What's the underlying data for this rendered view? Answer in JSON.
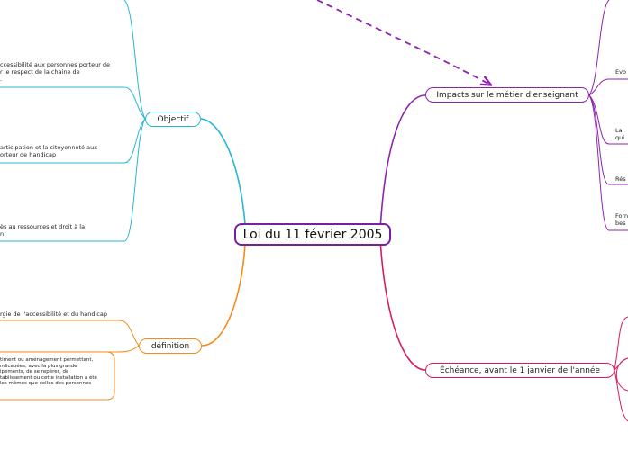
{
  "central": {
    "label": "Loi du 11 février 2005"
  },
  "topics": {
    "objectif": "Objectif",
    "definition": "définition",
    "impacts": "Impacts sur le métier d'enseignant",
    "echeance": "Échéance, avant le 1 janvier de l'année"
  },
  "objectif_items": [
    {
      "lines": [
        "ccessibilité aux personnes porteur de",
        "r le respect de la chaine de",
        "."
      ]
    },
    {
      "lines": [
        "articipation et la citoyenneté aux",
        "orteur de handicap"
      ]
    },
    {
      "lines": [
        "ès au ressources et droit à la",
        "n"
      ]
    }
  ],
  "definition_items": [
    {
      "lines": [
        "rgie de l'accessibilité et du handicap"
      ]
    },
    {
      "lines": [
        "timent ou aménagement permettant,",
        "ndicapées, avec la plus grande",
        "ipements, de se repérer, de",
        "tablissement ou cette installation a été",
        "les mêmes que celles des personnes"
      ]
    }
  ],
  "impacts_items": [
    {
      "lines": [
        "Evo"
      ]
    },
    {
      "lines": [
        "La",
        "qui"
      ]
    },
    {
      "lines": [
        "Rés"
      ]
    },
    {
      "lines": [
        "Forn",
        "bes"
      ]
    }
  ],
  "colors": {
    "central": "#7b1fa2",
    "objectif": "#29b6d6",
    "definition": "#f28c1a",
    "impacts": "#8e24aa",
    "echeance": "#d81b60",
    "relation": "#8e24aa"
  }
}
